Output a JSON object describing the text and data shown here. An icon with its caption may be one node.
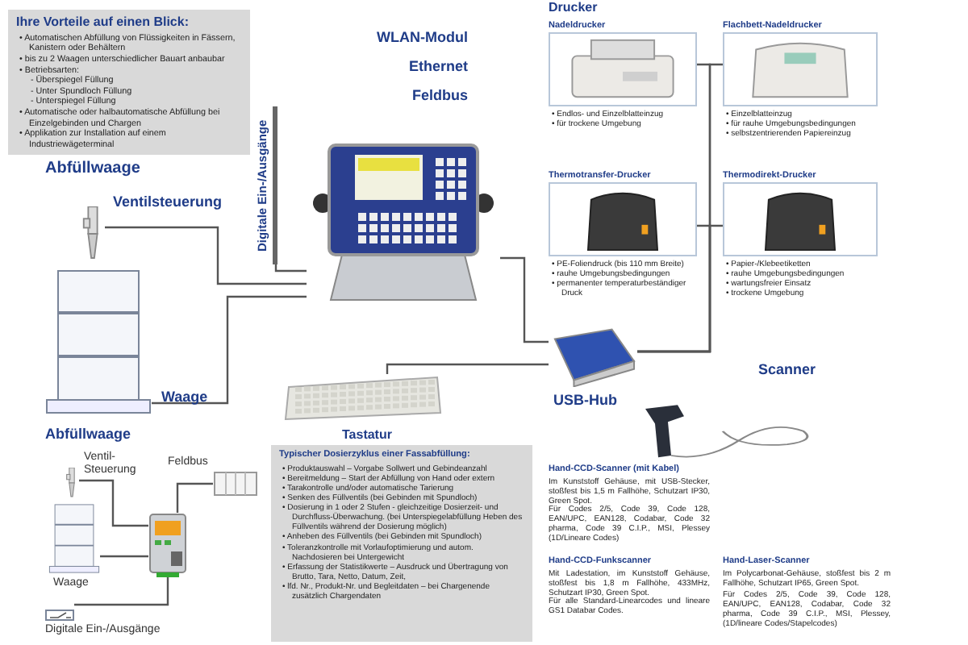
{
  "diagram": {
    "nodes": [
      {
        "text": [
          "Ihre Vorteile auf einen Blick:",
          "• Automatischen Abfüllung von Flüssigkeiten in Fässern, Kanistern oder Behältern",
          "• bis zu 2 Waagen unterschiedlicher Bauart anbaubar",
          "• Betriebsarten:",
          "- Überspiegel Füllung",
          "- Unter Spundloch Füllung",
          "- Unterspiegel Füllung",
          "• Automatische oder halbautomatische Abfüllung bei Einzelgebinden und Chargen",
          "• Applikation zur Installation auf einem Industriewägeterminal"
        ]
      },
      {
        "text": [],
        "shape": "picture"
      },
      {
        "text": [],
        "shape": "picture",
        "beside": [
          "Ventilsteuerung"
        ]
      },
      {
        "text": [],
        "shape": "picture",
        "beside": [
          "Waage"
        ]
      },
      {
        "text": [
          "Digitale Ein-/Ausgänge"
        ]
      },
      {
        "text": [],
        "shape": "picture",
        "beside": [
          "Tastatur"
        ]
      },
      {
        "text": [],
        "shape": "picture",
        "beside": [
          "USB-Hub"
        ]
      },
      {
        "text": [
          "Nadeldrucker"
        ],
        "beside": [
          "• Endlos- und Einzelblatteinzug",
          "• für trockene Umgebung"
        ]
      },
      {
        "text": [
          "Flachbett-Nadeldrucker"
        ],
        "beside": [
          "• Einzelblatteinzug",
          "• für rauhe Umgebungsbedingungen",
          "• selbstzentrierenden Papiereinzug"
        ]
      },
      {
        "text": [
          "Thermotransfer-Drucker"
        ],
        "beside": [
          "• PE-Foliendruck (bis 110 mm Breite)",
          "• rauhe Umgebungsbedingungen",
          "• permanenter temperaturbeständiger Druck"
        ]
      },
      {
        "text": [
          "Thermodirekt-Drucker"
        ],
        "beside": [
          "• Papier-/Klebeetiketten",
          "• rauhe Umgebungsbedingungen",
          "• wartungsfreier Einsatz",
          "• trockene Umgebung"
        ]
      },
      {
        "text": [],
        "shape": "picture"
      },
      {
        "text": [],
        "shape": "picture",
        "beside": [
          "Ventil-Steuerung"
        ]
      },
      {
        "text": [],
        "shape": "picture",
        "beside": [
          "Waage"
        ]
      },
      {
        "text": [],
        "shape": "picture",
        "beside": [
          "Feldbus"
        ]
      },
      {
        "text": [],
        "shape": "picture",
        "beside": [
          "Digitale Ein-/Ausgänge"
        ]
      },
      {
        "text": [
          "Typischer Dosierzyklus einer Fassabfüllung:",
          "• Produktauswahl – Vorgabe Sollwert und Gebindeanzahl",
          "• Bereitmeldung – Start der Abfüllung von Hand oder extern",
          "• Tarakontrolle und/oder automatische Tarierung",
          "• Senken des Füllventils (bei Gebinden mit Spundloch)",
          "• Dosierung in 1 oder 2 Stufen - gleichzeitige Dosierzeit- und Durchfluss-Überwachung. (bei Unterspiegelabfüllung Heben des Füllventils während der Dosierung möglich)",
          "• Anheben des Füllventils (bei Gebinden mit Spundloch)",
          "• Toleranzkontrolle mit Vorlaufoptimierung und autom. Nachdosieren bei Untergewicht",
          "• Erfassung der Statistikwerte – Ausdruck und Übertragung von Brutto, Tara, Netto, Datum, Zeit,",
          "• lfd. Nr., Produkt-Nr. und Begleitdaten – bei Chargenende zusätzlich Chargendaten"
        ]
      }
    ],
    "edges": [
      {
        "from": 2,
        "to": 1,
        "arrow": "none"
      },
      {
        "from": 3,
        "to": 1,
        "arrow": "none"
      },
      {
        "from": 4,
        "to": 1,
        "arrow": "none"
      },
      {
        "from": 1,
        "to": 6,
        "arrow": "none"
      },
      {
        "from": 5,
        "to": 6,
        "arrow": "none"
      },
      {
        "from": 6,
        "to": 7,
        "arrow": "none"
      },
      {
        "from": 6,
        "to": 8,
        "arrow": "none"
      },
      {
        "from": 6,
        "to": 9,
        "arrow": "none"
      },
      {
        "from": 6,
        "to": 10,
        "arrow": "none"
      },
      {
        "from": 12,
        "to": 11,
        "arrow": "none"
      },
      {
        "from": 13,
        "to": 11,
        "arrow": "none"
      },
      {
        "from": 14,
        "to": 11,
        "arrow": "none"
      },
      {
        "from": 15,
        "to": 11,
        "arrow": "none"
      }
    ],
    "labels": [
      "WLAN-Modul",
      "Ethernet",
      "Feldbus",
      "Abfüllwaage",
      "Drucker",
      "Scanner",
      "Hand-CCD-Scanner (mit Kabel)",
      "Im Kunststoff Gehäuse, mit USB-Stecker, stoßfest bis 1,5 m Fallhöhe, Schutzart IP30, Green Spot.",
      "Für Codes 2/5, Code 39, Code 128, EAN/UPC, EAN128, Codabar, Code 32 pharma, Code 39 C.I.P., MSI, Plessey (1D/Lineare Codes)",
      "Hand-CCD-Funkscanner",
      "Mit Ladestation, im Kunststoff Gehäuse, stoßfest bis 1,8 m Fallhöhe, 433MHz, Schutzart IP30, Green Spot.",
      "Für alle Standard-Linearcodes und lineare GS1 Databar Codes.",
      "Hand-Laser-Scanner",
      "Im Polycarbonat-Gehäuse, stoßfest bis 2 m Fallhöhe, Schutzart IP65, Green Spot.",
      "Für Codes 2/5, Code 39, Code 128, EAN/UPC, EAN128, Codabar, Code 32 pharma, Code 39 C.I.P., MSI, Plessey, (1D/lineare Codes/Stapelcodes)",
      "Abfüllwaage"
    ]
  }
}
